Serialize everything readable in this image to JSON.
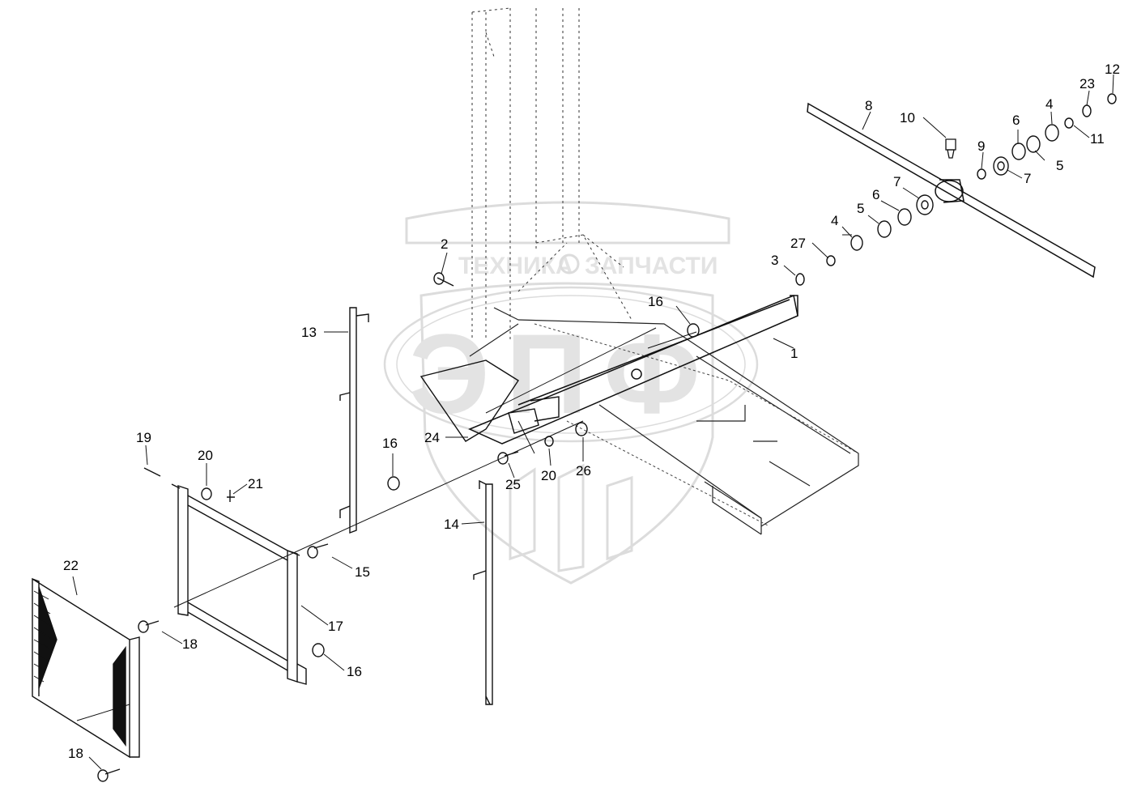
{
  "watermark": {
    "brand_left": "ТЕХНИКА",
    "brand_right": "ЗАПЧАСТИ",
    "monogram": "ЭПФ",
    "color": "#e0e0e0"
  },
  "callouts": [
    {
      "id": "c1",
      "text": "1"
    },
    {
      "id": "c2",
      "text": "2"
    },
    {
      "id": "c3",
      "text": "3"
    },
    {
      "id": "c4a",
      "text": "4"
    },
    {
      "id": "c4b",
      "text": "4"
    },
    {
      "id": "c5a",
      "text": "5"
    },
    {
      "id": "c5b",
      "text": "5"
    },
    {
      "id": "c6a",
      "text": "6"
    },
    {
      "id": "c6b",
      "text": "6"
    },
    {
      "id": "c7a",
      "text": "7"
    },
    {
      "id": "c7b",
      "text": "7"
    },
    {
      "id": "c8",
      "text": "8"
    },
    {
      "id": "c9",
      "text": "9"
    },
    {
      "id": "c10",
      "text": "10"
    },
    {
      "id": "c11",
      "text": "11"
    },
    {
      "id": "c12",
      "text": "12"
    },
    {
      "id": "c13",
      "text": "13"
    },
    {
      "id": "c14",
      "text": "14"
    },
    {
      "id": "c15",
      "text": "15"
    },
    {
      "id": "c16a",
      "text": "16"
    },
    {
      "id": "c16b",
      "text": "16"
    },
    {
      "id": "c16c",
      "text": "16"
    },
    {
      "id": "c17",
      "text": "17"
    },
    {
      "id": "c18a",
      "text": "18"
    },
    {
      "id": "c18b",
      "text": "18"
    },
    {
      "id": "c19",
      "text": "19"
    },
    {
      "id": "c20a",
      "text": "20"
    },
    {
      "id": "c20b",
      "text": "20"
    },
    {
      "id": "c21",
      "text": "21"
    },
    {
      "id": "c22",
      "text": "22"
    },
    {
      "id": "c23",
      "text": "23"
    },
    {
      "id": "c24",
      "text": "24"
    },
    {
      "id": "c25",
      "text": "25"
    },
    {
      "id": "c26",
      "text": "26"
    },
    {
      "id": "c27",
      "text": "27"
    }
  ]
}
